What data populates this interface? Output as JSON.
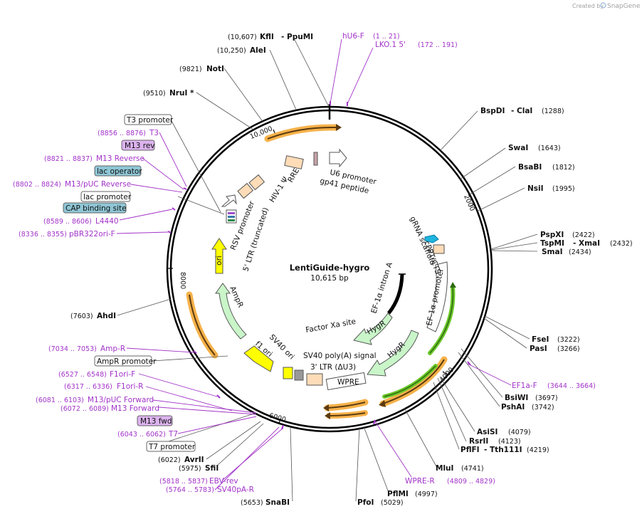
{
  "credit": {
    "prefix": "Created by",
    "brand": "SnapGene"
  },
  "plasmid": {
    "name": "LentiGuide-hygro",
    "size": "10,615 bp"
  },
  "ticks": [
    "10,000",
    "2000",
    "4000",
    "6000",
    "8000"
  ],
  "enzymes": [
    {
      "pos": "(10,607)",
      "name": "KflI",
      "extra": "- PpuMI"
    },
    {
      "pos": "(10,250)",
      "name": "AleI",
      "extra": ""
    },
    {
      "pos": "(9821)",
      "name": "NotI",
      "extra": ""
    },
    {
      "pos": "(9510)",
      "name": "NruI *",
      "extra": ""
    },
    {
      "pos": "(1288)",
      "name": "BspDI",
      "extra": "- ClaI"
    },
    {
      "pos": "(1643)",
      "name": "SwaI",
      "extra": ""
    },
    {
      "pos": "(1812)",
      "name": "BsaBI",
      "extra": ""
    },
    {
      "pos": "(1995)",
      "name": "NsiI",
      "extra": ""
    },
    {
      "pos": "(2422)",
      "name": "PspXI",
      "extra": ""
    },
    {
      "pos": "(2432)",
      "name": "TspMI",
      "extra": "- XmaI"
    },
    {
      "pos": "(2434)",
      "name": "SmaI",
      "extra": ""
    },
    {
      "pos": "(3222)",
      "name": "FseI",
      "extra": ""
    },
    {
      "pos": "(3266)",
      "name": "PasI",
      "extra": ""
    },
    {
      "pos": "(3697)",
      "name": "BsiWI",
      "extra": ""
    },
    {
      "pos": "(3742)",
      "name": "PshAI",
      "extra": ""
    },
    {
      "pos": "(4079)",
      "name": "AsiSI",
      "extra": ""
    },
    {
      "pos": "(4123)",
      "name": "RsrII",
      "extra": ""
    },
    {
      "pos": "(4219)",
      "name": "PflFI",
      "extra": "- Tth111I"
    },
    {
      "pos": "(4741)",
      "name": "MluI",
      "extra": ""
    },
    {
      "pos": "(4997)",
      "name": "PflMI",
      "extra": ""
    },
    {
      "pos": "(5029)",
      "name": "PfoI",
      "extra": ""
    },
    {
      "pos": "(5653)",
      "name": "SnaBI",
      "extra": ""
    },
    {
      "pos": "(5975)",
      "name": "SfiI",
      "extra": ""
    },
    {
      "pos": "(6022)",
      "name": "AvrII",
      "extra": ""
    },
    {
      "pos": "(7603)",
      "name": "AhdI",
      "extra": ""
    }
  ],
  "primers": [
    {
      "name": "hU6-F",
      "pos": "(1 .. 21)"
    },
    {
      "name": "LKO.1 5'",
      "pos": "(172 .. 191)"
    },
    {
      "name": "EF1a-F",
      "pos": "(3644 .. 3664)"
    },
    {
      "name": "WPRE-R",
      "pos": "(4809 .. 4829)"
    },
    {
      "name": "EBV-rev",
      "pos": "(5818 .. 5837)"
    },
    {
      "name": "SV40pA-R",
      "pos": "(5764 .. 5783)"
    },
    {
      "name": "T7",
      "pos": "(6043 .. 6062)"
    },
    {
      "name": "M13 Forward",
      "pos": "(6072 .. 6089)"
    },
    {
      "name": "M13/pUC Forward",
      "pos": "(6081 .. 6103)"
    },
    {
      "name": "F1ori-R",
      "pos": "(6317 .. 6336)"
    },
    {
      "name": "F1ori-F",
      "pos": "(6527 .. 6548)"
    },
    {
      "name": "Amp-R",
      "pos": "(7034 .. 7053)"
    },
    {
      "name": "T3",
      "pos": "(8856 .. 8876)"
    },
    {
      "name": "M13 Reverse",
      "pos": "(8821 .. 8837)"
    },
    {
      "name": "M13/pUC Reverse",
      "pos": "(8802 .. 8824)"
    },
    {
      "name": "L4440",
      "pos": "(8589 .. 8606)"
    },
    {
      "name": "pBR322ori-F",
      "pos": "(8336 .. 8355)"
    }
  ],
  "boxed_labels": [
    {
      "text": "T3 promoter",
      "style": "plain"
    },
    {
      "text": "M13 rev",
      "style": "purple"
    },
    {
      "text": "lac operator",
      "style": "teal"
    },
    {
      "text": "lac promoter",
      "style": "plain"
    },
    {
      "text": "CAP binding site",
      "style": "teal"
    },
    {
      "text": "AmpR promoter",
      "style": "plain"
    },
    {
      "text": "M13 fwd",
      "style": "purple"
    },
    {
      "text": "T7 promoter",
      "style": "plain"
    }
  ],
  "features": {
    "rre": "RRE",
    "u6": "U6 promoter",
    "gp41": "gp41 peptide",
    "hiv": "HIV-1 Ψ",
    "rsv": "RSV promoter",
    "ltr5": "5' LTR (truncated)",
    "ori": "ori",
    "ampr": "AmpR",
    "f1": "f1 ori",
    "sv40ori": "SV40 ori",
    "sv40pa": "SV40 poly(A) signal",
    "ltr3": "3' LTR (ΔU3)",
    "wpre": "WPRE",
    "hygr_a": "HygR",
    "hygr_b": "HygR",
    "factorxa": "Factor Xa site",
    "ef1intron": "EF-1α intron A",
    "ef1prom": "EF-1α promoter",
    "cppt": "cPPT/CTS",
    "grna": "gRNA scaffold"
  },
  "colors": {
    "backbone": "#000000",
    "primer": "#a233c8",
    "orf_fill": "#c9f5c9",
    "ori_fill": "#ffff00",
    "ltr_fill": "#ffdcb8",
    "orange_arc": "#f6b24a",
    "green_arc": "#6cc82a",
    "teal_box": "#8fc6d6",
    "purple_box": "#dcb3ef"
  }
}
